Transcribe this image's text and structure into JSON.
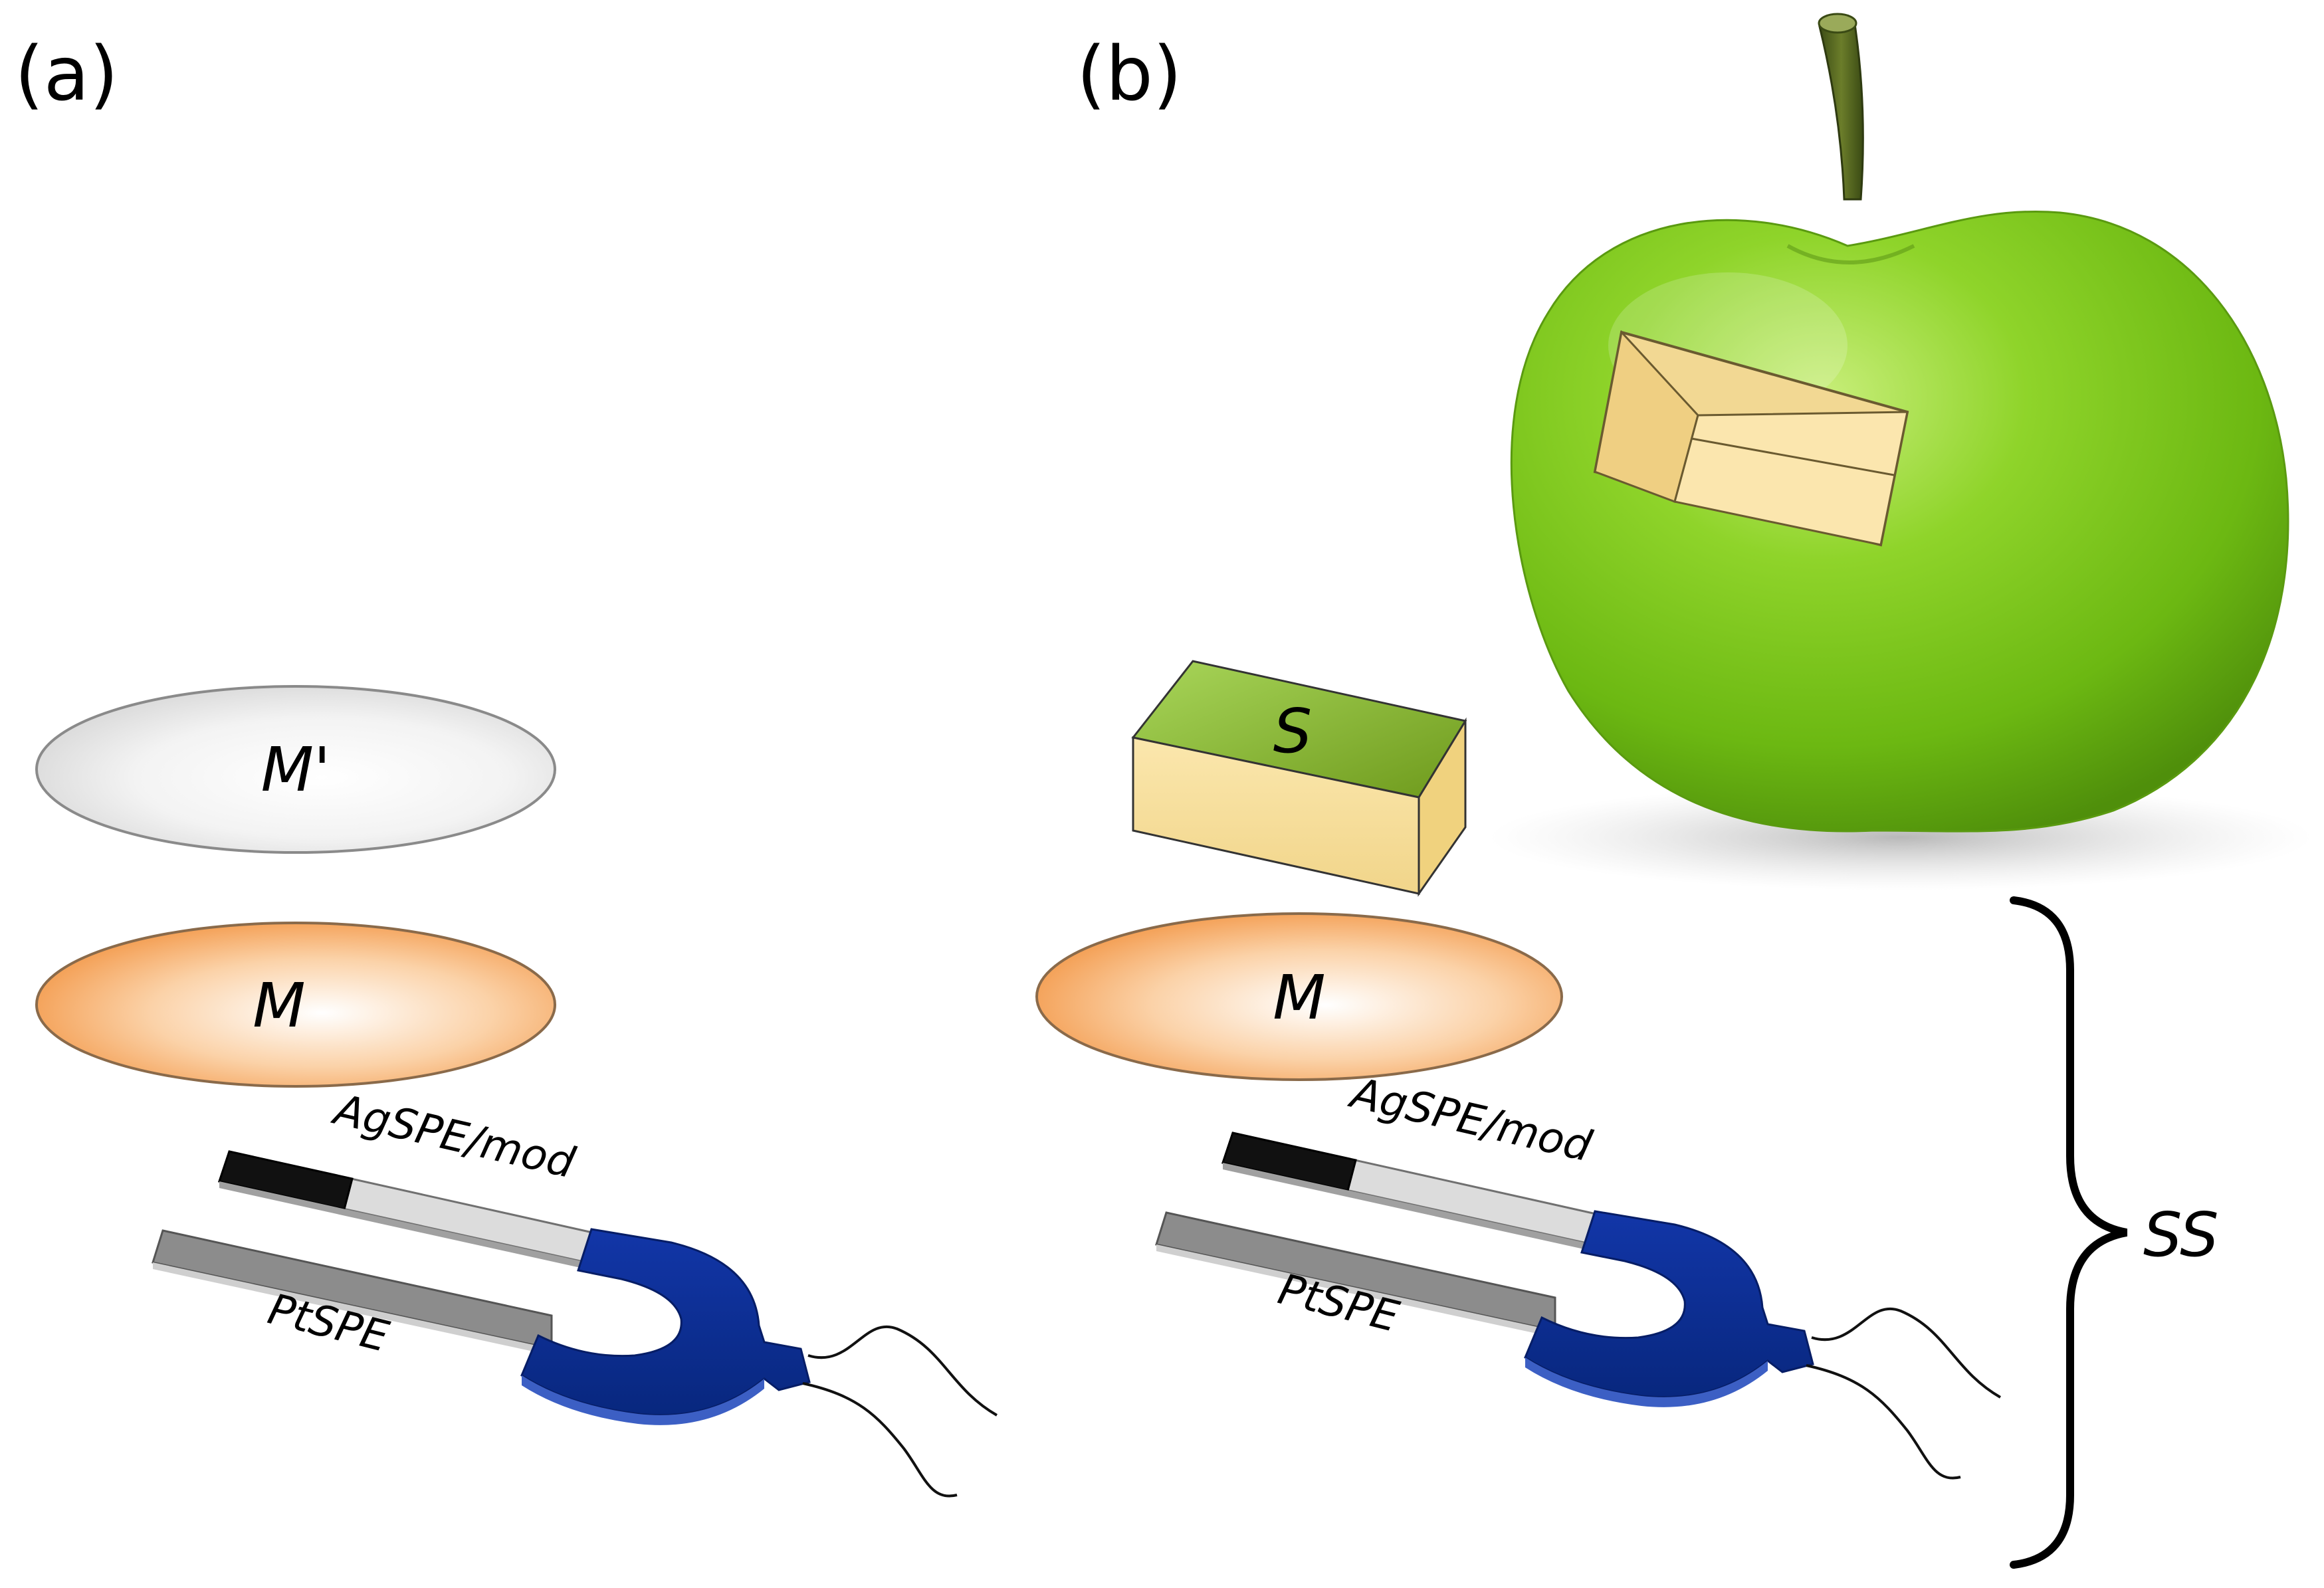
{
  "panels": {
    "a": {
      "label": "(a)"
    },
    "b": {
      "label": "(b)"
    }
  },
  "layers": {
    "m_prime": "M'",
    "m": "M",
    "sample": "S"
  },
  "electrodes": {
    "working": "AgSPE/mod",
    "counter": "PtSPE"
  },
  "bracket_label": "SS",
  "colors": {
    "apple_green": "#7cc414",
    "connector_blue": "#0b2f9c",
    "membrane_orange": "#f4a45e",
    "sample_yellow": "#f8e2a0",
    "sample_green": "#8cbf2c"
  },
  "icons": {
    "fruit": "apple-icon",
    "connector": "electrode-connector-icon"
  }
}
